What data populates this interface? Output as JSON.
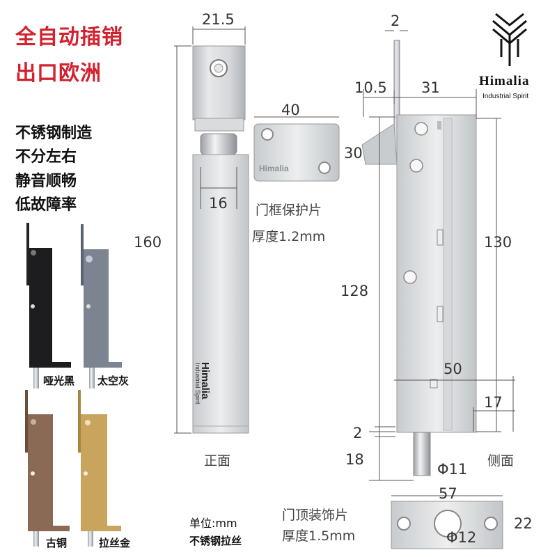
{
  "title_lines": [
    "全自动插销",
    "出口欧洲"
  ],
  "features": [
    "不锈钢制造",
    "不分左右",
    "静音顺畅",
    "低故障率"
  ],
  "finishes": [
    {
      "label": "哑光黑",
      "color": "#1d1d1f"
    },
    {
      "label": "太空灰",
      "color": "#7c8391"
    },
    {
      "label": "古铜",
      "color": "#8a6a55"
    },
    {
      "label": "拉丝金",
      "color": "#c9a45c"
    }
  ],
  "brand": {
    "name": "Himalia",
    "tagline": "Industrial Spirit",
    "product_brand": "Himalia",
    "product_tagline": "Industrial Spirit"
  },
  "dimensions": {
    "front_width": "21.5",
    "front_height": "160",
    "front_inner": "16",
    "plate_width": "40",
    "plate_caption": "门框保护片",
    "plate_thickness": "厚度1.2mm",
    "plate_brand": "Himalia",
    "side_thickness": "2",
    "side_offset": "10.5",
    "side_depth": "31",
    "side_top": "30",
    "side_body": "130",
    "side_slot": "128",
    "side_lower": "50",
    "side_bottom": "17",
    "side_gap": "2",
    "pin_length": "18",
    "pin_diameter": "Φ11",
    "cover_width": "57",
    "cover_height": "22",
    "cover_hole": "Φ12",
    "cover_caption": "门顶装饰片",
    "cover_thickness": "厚度1.5mm"
  },
  "views": {
    "front": "正面",
    "side": "侧面"
  },
  "units": {
    "unit": "单位:mm",
    "material": "不锈钢拉丝"
  }
}
